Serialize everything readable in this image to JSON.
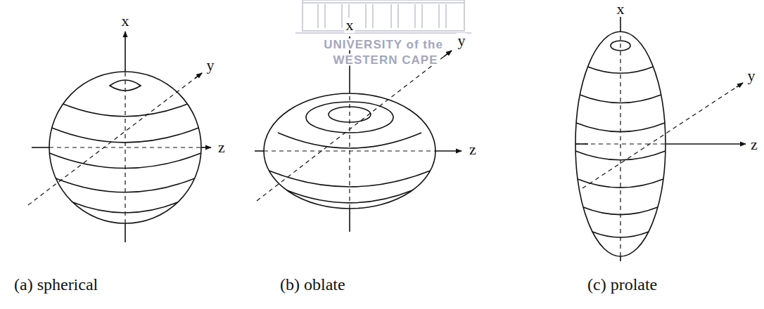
{
  "diagram": {
    "labels": [
      "x",
      "y",
      "z",
      "(a) spherical",
      "x",
      "y",
      "z",
      "(b) oblate",
      "x",
      "y",
      "z",
      "(c) prolate",
      "UNIVERSITY of the",
      "WESTERN CAPE"
    ]
  }
}
